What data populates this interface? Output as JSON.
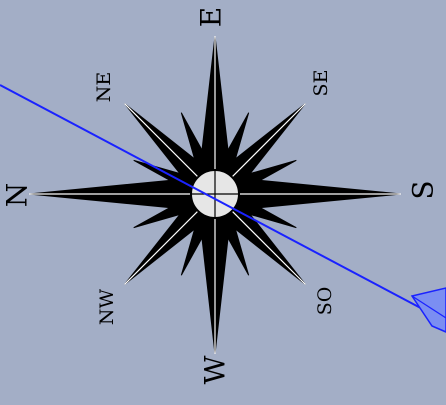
{
  "colors": {
    "background": "#a3aec6",
    "rose_fill": "#000000",
    "rose_outline": "#000000",
    "rose_highlight": "#ffffff",
    "bearing_line": "#1a22ff",
    "arrow_fill": "#7b8ef2"
  },
  "compass": {
    "labels": {
      "north": "N",
      "south": "S",
      "east": "E",
      "west": "W",
      "northeast": "NE",
      "southeast": "SE",
      "northwest": "NW",
      "southwest": "SO"
    }
  },
  "bearing_line": {
    "icon": "arrow-icon"
  }
}
